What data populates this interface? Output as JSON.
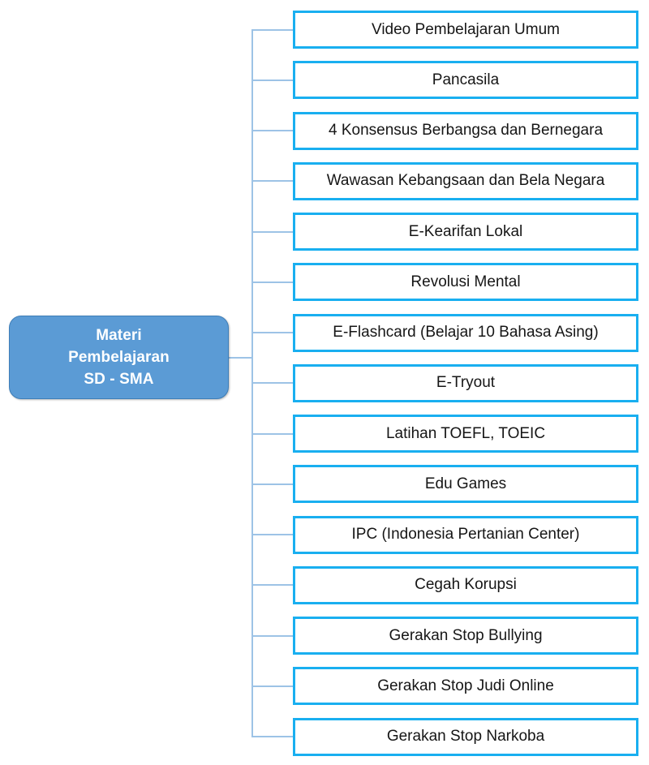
{
  "diagram": {
    "type": "tree",
    "orientation": "left-to-right",
    "background_color": "#FFFFFF",
    "root": {
      "label": "Materi\nPembelajaran\nSD - SMA",
      "lines": [
        "Materi",
        "Pembelajaran",
        "SD - SMA"
      ],
      "fill_color": "#5B9BD5",
      "border_color": "#3E7EB8",
      "text_color": "#FFFFFF"
    },
    "connector": {
      "color": "#9DC3E6"
    },
    "leaf_style": {
      "fill_color": "#FFFFFF",
      "border_color": "#19AFF0",
      "text_color": "#161616"
    },
    "leaves": [
      {
        "label": "Video Pembelajaran Umum"
      },
      {
        "label": "Pancasila"
      },
      {
        "label": "4 Konsensus Berbangsa dan Bernegara"
      },
      {
        "label": "Wawasan Kebangsaan dan Bela Negara"
      },
      {
        "label": "E-Kearifan Lokal"
      },
      {
        "label": "Revolusi Mental"
      },
      {
        "label": "E-Flashcard (Belajar 10 Bahasa Asing)"
      },
      {
        "label": "E-Tryout"
      },
      {
        "label": "Latihan TOEFL, TOEIC"
      },
      {
        "label": "Edu Games"
      },
      {
        "label": "IPC (Indonesia Pertanian Center)"
      },
      {
        "label": "Cegah Korupsi"
      },
      {
        "label": "Gerakan Stop Bullying"
      },
      {
        "label": "Gerakan Stop Judi Online"
      },
      {
        "label": "Gerakan Stop Narkoba"
      }
    ]
  }
}
